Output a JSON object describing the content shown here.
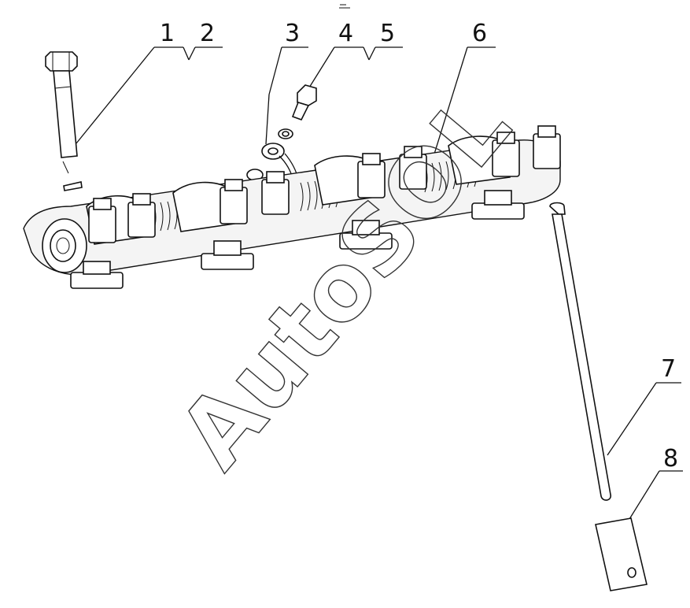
{
  "callouts": {
    "c1": "1",
    "c2": "2",
    "c3": "3",
    "c4": "4",
    "c5": "5",
    "c6": "6",
    "c7": "7",
    "c8": "8"
  },
  "watermark": "AutoSOL"
}
